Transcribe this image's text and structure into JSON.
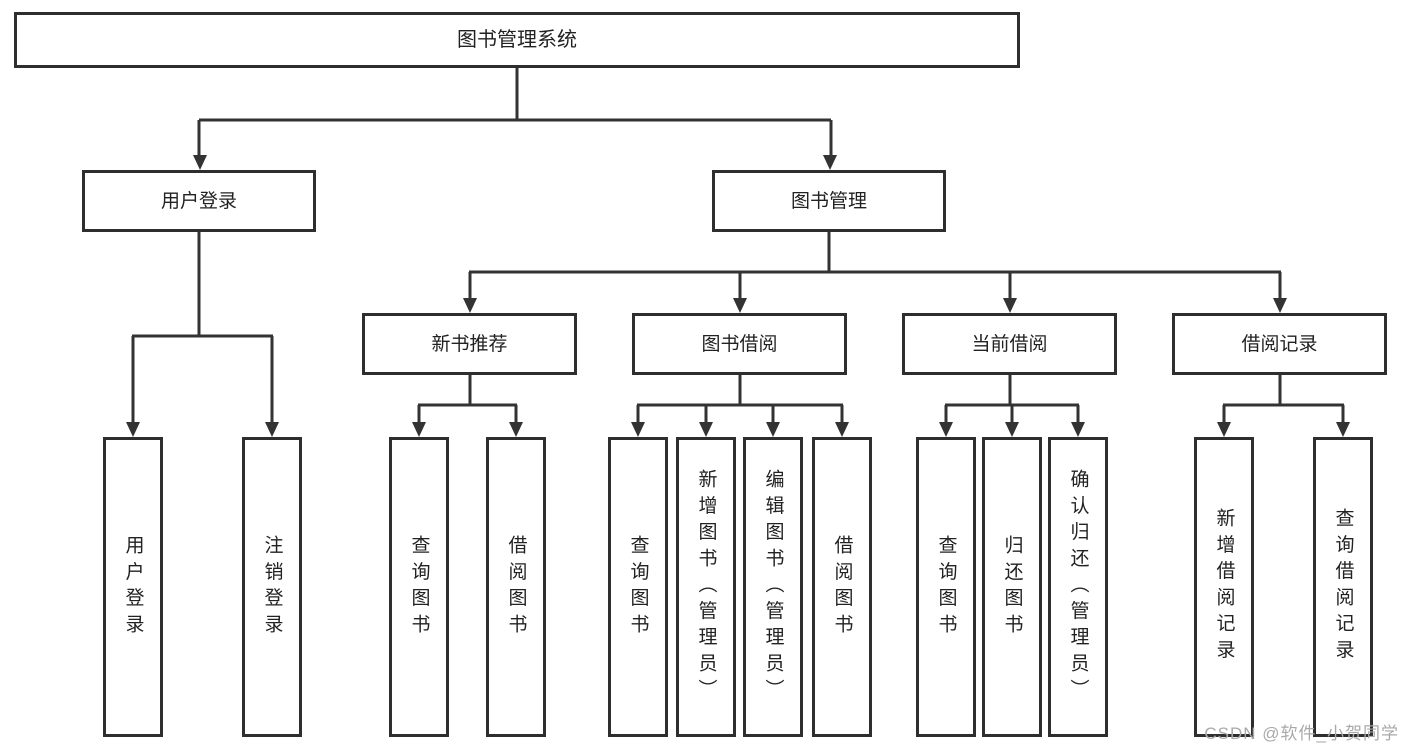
{
  "diagram": {
    "root": {
      "label": "图书管理系统"
    },
    "level2": [
      {
        "label": "用户登录"
      },
      {
        "label": "图书管理"
      }
    ],
    "level3": [
      {
        "label": "新书推荐"
      },
      {
        "label": "图书借阅"
      },
      {
        "label": "当前借阅"
      },
      {
        "label": "借阅记录"
      }
    ],
    "leaves": [
      {
        "label": "用户登录"
      },
      {
        "label": "注销登录"
      },
      {
        "label": "查询图书"
      },
      {
        "label": "借阅图书"
      },
      {
        "label": "查询图书"
      },
      {
        "label": "新增图书（管理员）"
      },
      {
        "label": "编辑图书（管理员）"
      },
      {
        "label": "借阅图书"
      },
      {
        "label": "查询图书"
      },
      {
        "label": "归还图书"
      },
      {
        "label": "确认归还（管理员）"
      },
      {
        "label": "新增借阅记录"
      },
      {
        "label": "查询借阅记录"
      }
    ],
    "watermark": "CSDN @软件_小贺同学",
    "colors": {
      "line": "#333333",
      "border": "#2e2e2e",
      "background": "#ffffff",
      "watermark": "#a9a9a9"
    }
  }
}
